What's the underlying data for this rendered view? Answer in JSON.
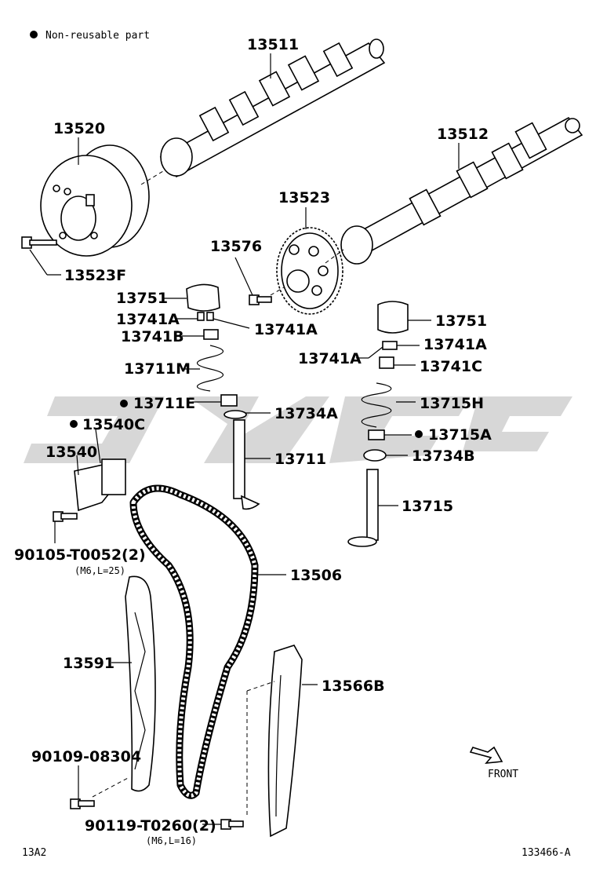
{
  "legend": {
    "text": "Non-reusable part",
    "symbol": "filled-dot-icon"
  },
  "labels": {
    "p13511": "13511",
    "p13520": "13520",
    "p13512": "13512",
    "p13523": "13523",
    "p13576": "13576",
    "p13523F": "13523F",
    "p13751a": "13751",
    "p13741Aa": "13741A",
    "p13741Ab": "13741A",
    "p13741B": "13741B",
    "p13711M": "13711M",
    "p13711E": "13711E",
    "p13734A": "13734A",
    "p13540C": "13540C",
    "p13540": "13540",
    "p13711": "13711",
    "p13751b": "13751",
    "p13741Ac": "13741A",
    "p13741Ad": "13741A",
    "p13741C": "13741C",
    "p13715H": "13715H",
    "p13715A": "13715A",
    "p13734B": "13734B",
    "p13715": "13715",
    "p90105": "90105-T0052(2)",
    "p90105sub": "(M6,L=25)",
    "p13506": "13506",
    "p13591": "13591",
    "p13566B": "13566B",
    "p90109": "90109-08304",
    "p90119": "90119-T0260(2)",
    "p90119sub": "(M6,L=16)"
  },
  "front_label": "FRONT",
  "footer": {
    "left": "13A2",
    "right": "133466-A"
  }
}
